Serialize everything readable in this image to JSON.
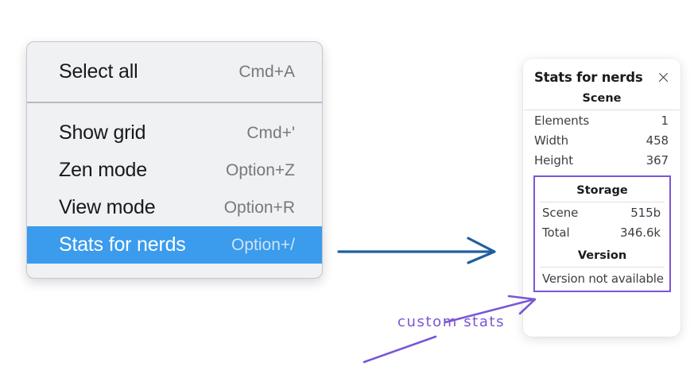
{
  "context_menu": {
    "name": "canvas-context-menu",
    "groups": [
      {
        "items": [
          {
            "label": "Select all",
            "shortcut": "Cmd+A",
            "selected": false
          }
        ]
      },
      {
        "items": [
          {
            "label": "Show grid",
            "shortcut": "Cmd+'",
            "selected": false
          },
          {
            "label": "Zen mode",
            "shortcut": "Option+Z",
            "selected": false
          },
          {
            "label": "View mode",
            "shortcut": "Option+R",
            "selected": false
          },
          {
            "label": "Stats for nerds",
            "shortcut": "Option+/",
            "selected": true
          }
        ]
      }
    ],
    "selected_bg": "#3b9bec"
  },
  "stats_panel": {
    "title": "Stats for nerds",
    "close_icon": "close-icon",
    "scene": {
      "heading": "Scene",
      "rows": [
        {
          "key": "Elements",
          "value": "1"
        },
        {
          "key": "Width",
          "value": "458"
        },
        {
          "key": "Height",
          "value": "367"
        }
      ]
    },
    "storage": {
      "heading": "Storage",
      "rows": [
        {
          "key": "Scene",
          "value": "515b"
        },
        {
          "key": "Total",
          "value": "346.6k"
        }
      ]
    },
    "version": {
      "heading": "Version",
      "text": "Version not available"
    },
    "highlight_color": "#7a56d6"
  },
  "annotations": {
    "handwritten_label": "custom stats",
    "blue_arrow_color": "#1f5f9e",
    "purple_color": "#7a56d6"
  }
}
